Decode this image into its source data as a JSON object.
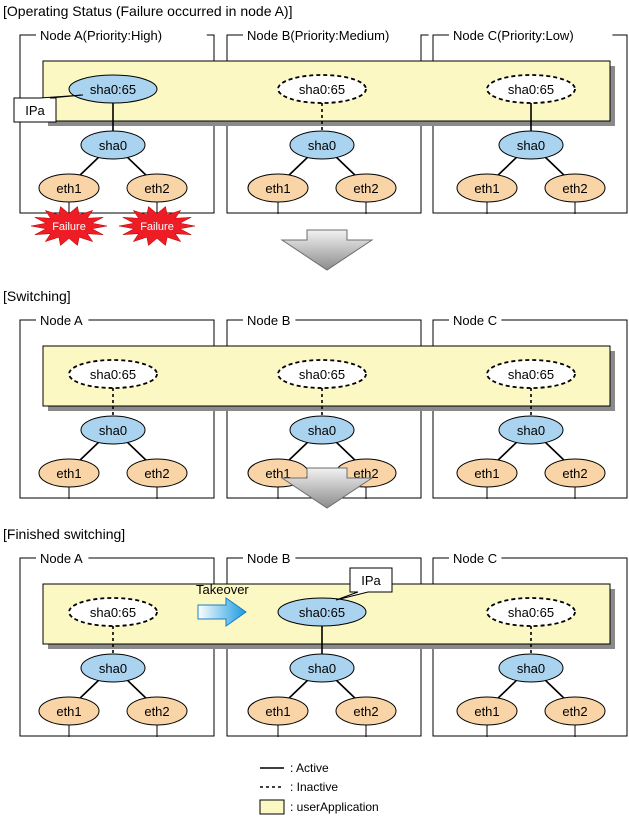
{
  "sections": [
    {
      "title": "[Operating Status (Failure occurred in node A)]",
      "nodes": [
        {
          "label": "Node  A(Priority:High)",
          "virtual": "sha0:65",
          "virtual_active": true,
          "link_active": true,
          "eth1": "eth1",
          "eth2": "eth2",
          "parent": "sha0",
          "failure": true
        },
        {
          "label": "Node  B(Priority:Medium)",
          "virtual": "sha0:65",
          "virtual_active": false,
          "link_active": false,
          "eth1": "eth1",
          "eth2": "eth2",
          "parent": "sha0",
          "failure": false
        },
        {
          "label": "Node  C(Priority:Low)",
          "virtual": "sha0:65",
          "virtual_active": false,
          "link_active": true,
          "eth1": "eth1",
          "eth2": "eth2",
          "parent": "sha0",
          "failure": false
        }
      ],
      "callout": {
        "text": "IPa",
        "node": 0
      },
      "failure_label": "Failure"
    },
    {
      "title": "[Switching]",
      "nodes": [
        {
          "label": "Node A",
          "virtual": "sha0:65",
          "virtual_active": false,
          "link_active": false,
          "eth1": "eth1",
          "eth2": "eth2",
          "parent": "sha0",
          "failure": false
        },
        {
          "label": "Node B",
          "virtual": "sha0:65",
          "virtual_active": false,
          "link_active": false,
          "eth1": "eth1",
          "eth2": "eth2",
          "parent": "sha0",
          "failure": false
        },
        {
          "label": "Node C",
          "virtual": "sha0:65",
          "virtual_active": false,
          "link_active": false,
          "eth1": "eth1",
          "eth2": "eth2",
          "parent": "sha0",
          "failure": false
        }
      ]
    },
    {
      "title": "[Finished switching]",
      "nodes": [
        {
          "label": "Node A",
          "virtual": "sha0:65",
          "virtual_active": false,
          "link_active": false,
          "eth1": "eth1",
          "eth2": "eth2",
          "parent": "sha0",
          "failure": false
        },
        {
          "label": "Node B",
          "virtual": "sha0:65",
          "virtual_active": true,
          "link_active": true,
          "eth1": "eth1",
          "eth2": "eth2",
          "parent": "sha0",
          "failure": false
        },
        {
          "label": "Node C",
          "virtual": "sha0:65",
          "virtual_active": false,
          "link_active": false,
          "eth1": "eth1",
          "eth2": "eth2",
          "parent": "sha0",
          "failure": false
        }
      ],
      "callout": {
        "text": "IPa",
        "node": 1
      },
      "takeover": "Takeover"
    }
  ],
  "legend": {
    "active": ": Active",
    "inactive": ": Inactive",
    "userapp": ": userApplication"
  },
  "colors": {
    "virtual_fill": "#a9d3ef",
    "eth_fill": "#f9d4a6",
    "userapp_fill": "#fbf8c4",
    "failure_fill": "#ee1c24",
    "arrow_fill": "#c0c0c0",
    "takeover_fill": "#2aa6e6"
  }
}
